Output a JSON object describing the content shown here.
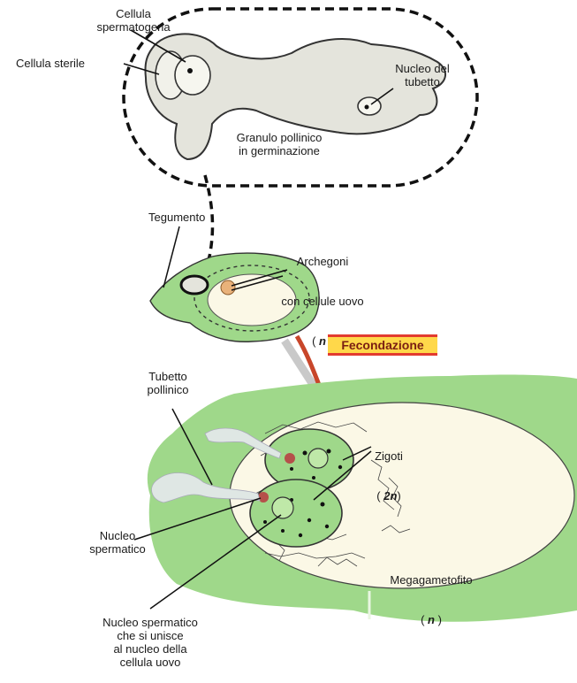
{
  "labels": {
    "spermatogenous_cell": "Cellula\nspermatogena",
    "sterile_cell": "Cellula sterile",
    "tube_nucleus": "Nucleo del\ntubetto",
    "germinating_pollen": "Granulo pollinico\nin germinazione",
    "integument": "Tegumento",
    "archegonia_line1": "Archegoni",
    "archegonia_line2": "con cellule uovo",
    "archegonia_ploidy": "n",
    "fertilization": "Fecondazione",
    "pollen_tube": "Tubetto\npollinico",
    "zygotes": "Zigoti",
    "zygotes_ploidy": "2n",
    "sperm_nucleus": "Nucleo\nspermatico",
    "megagametophyte": "Megagametofito",
    "megagametophyte_ploidy": "n",
    "sperm_nucleus_fusing": "Nucleo spermatico\nche si unisce\nal nucleo della\ncellula uovo"
  },
  "colors": {
    "tissue_green": "#9fd88a",
    "gametophyte_cream": "#fbf8e6",
    "pollen_grey": "#e4e4dc",
    "arrow_red": "#c8462a",
    "egg_orange": "#e9b27a",
    "sperm_red": "#b5504a",
    "banner_yellow": "#ffd84a"
  }
}
